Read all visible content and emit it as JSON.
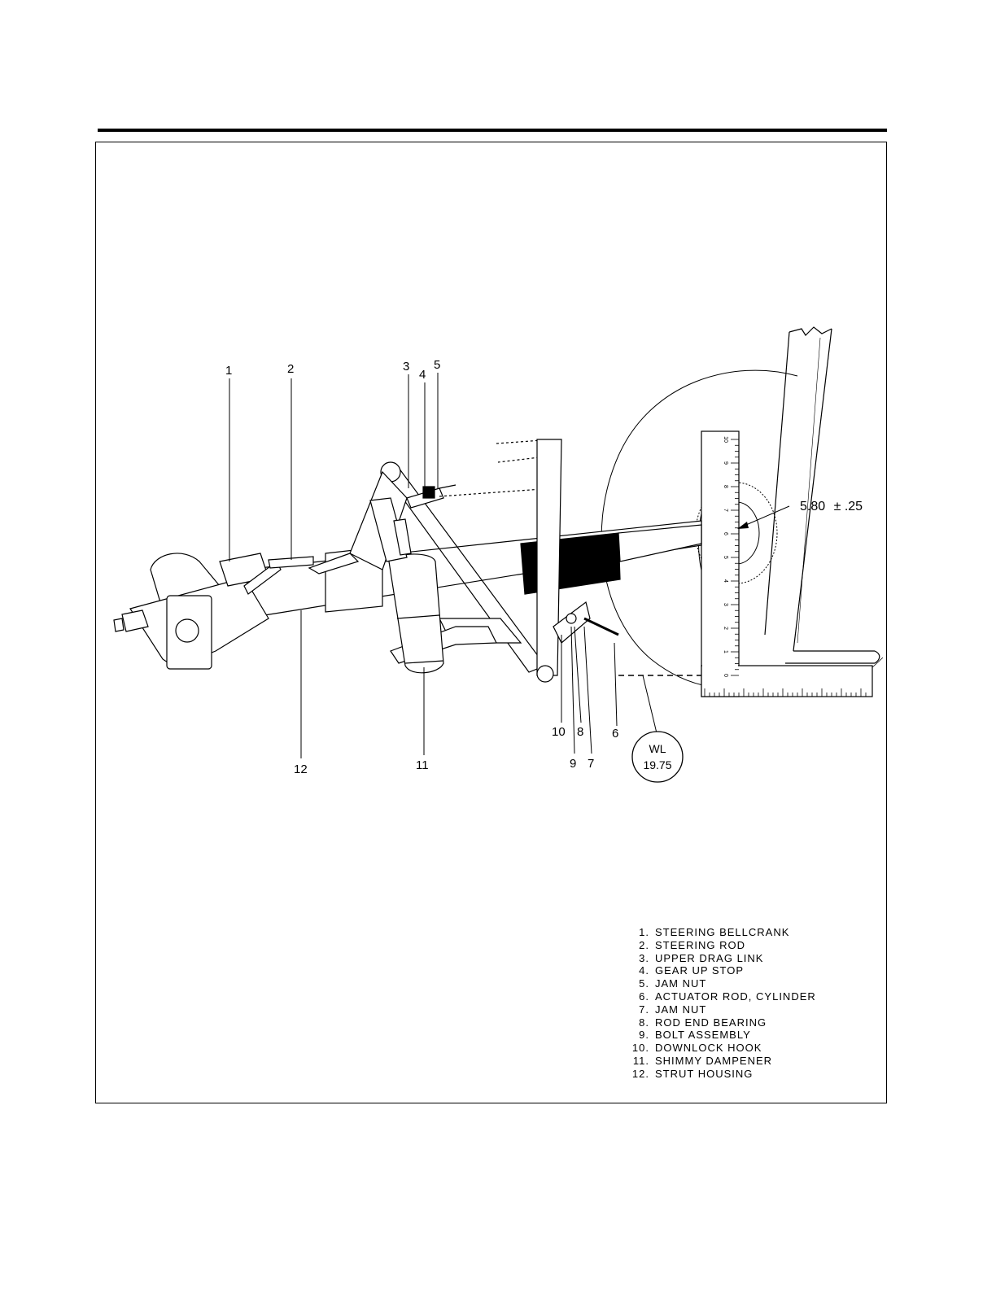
{
  "diagram": {
    "callouts": [
      {
        "id": "1",
        "label": "1"
      },
      {
        "id": "2",
        "label": "2"
      },
      {
        "id": "3",
        "label": "3"
      },
      {
        "id": "4",
        "label": "4"
      },
      {
        "id": "5",
        "label": "5"
      },
      {
        "id": "6",
        "label": "6"
      },
      {
        "id": "7",
        "label": "7"
      },
      {
        "id": "8",
        "label": "8"
      },
      {
        "id": "9",
        "label": "9"
      },
      {
        "id": "10",
        "label": "10"
      },
      {
        "id": "11",
        "label": "11"
      },
      {
        "id": "12",
        "label": "12"
      }
    ],
    "dimension": {
      "value": "5.80",
      "tolerance_symbol": "±",
      "tolerance": ".25"
    },
    "waterline": {
      "prefix": "WL",
      "value": "19.75"
    },
    "ruler_numbers": [
      "10",
      "9",
      "8",
      "7",
      "6",
      "5",
      "4",
      "3",
      "2",
      "1",
      "0"
    ]
  },
  "legend": {
    "items": [
      {
        "num": "1.",
        "text": "STEERING BELLCRANK"
      },
      {
        "num": "2.",
        "text": "STEERING ROD"
      },
      {
        "num": "3.",
        "text": "UPPER DRAG LINK"
      },
      {
        "num": "4.",
        "text": "GEAR UP STOP"
      },
      {
        "num": "5.",
        "text": "JAM NUT"
      },
      {
        "num": "6.",
        "text": "ACTUATOR ROD, CYLINDER"
      },
      {
        "num": "7.",
        "text": "JAM NUT"
      },
      {
        "num": "8.",
        "text": "ROD END BEARING"
      },
      {
        "num": "9.",
        "text": "BOLT ASSEMBLY"
      },
      {
        "num": "10.",
        "text": "DOWNLOCK HOOK"
      },
      {
        "num": "11.",
        "text": "SHIMMY DAMPENER"
      },
      {
        "num": "12.",
        "text": "STRUT HOUSING"
      }
    ]
  }
}
